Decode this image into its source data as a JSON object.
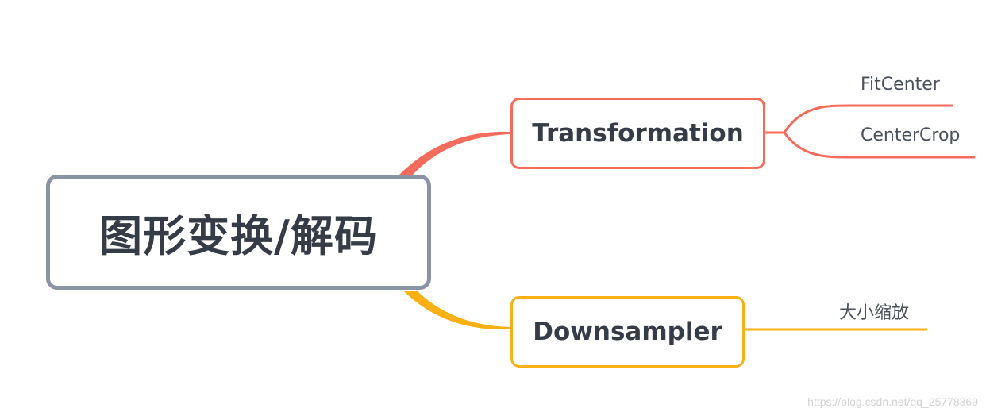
{
  "root": {
    "label": "图形变换/解码"
  },
  "branches": [
    {
      "label": "Transformation",
      "color": "#f56b5c",
      "leaves": [
        "FitCenter",
        "CenterCrop"
      ]
    },
    {
      "label": "Downsampler",
      "color": "#f9b014",
      "leaves": [
        "大小缩放"
      ]
    }
  ],
  "colors": {
    "root_border": "#8a94a5",
    "text": "#363c47"
  },
  "watermark": "https://blog.csdn.net/qq_25778369"
}
